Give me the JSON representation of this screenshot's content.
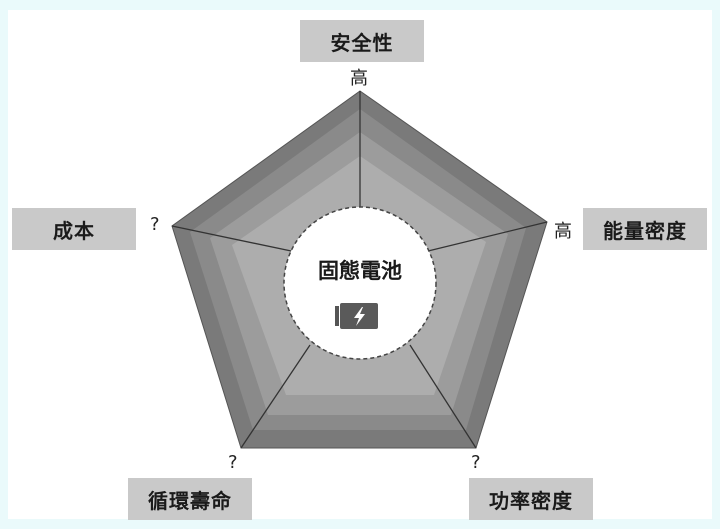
{
  "center": {
    "title": "固態電池",
    "icon": "battery-charging-icon"
  },
  "axes": [
    {
      "key": "safety",
      "label": "安全性",
      "level": "高"
    },
    {
      "key": "energy_density",
      "label": "能量密度",
      "level": "高"
    },
    {
      "key": "power_density",
      "label": "功率密度",
      "level": "?"
    },
    {
      "key": "cycle_life",
      "label": "循環壽命",
      "level": "?"
    },
    {
      "key": "cost",
      "label": "成本",
      "level": "?"
    }
  ],
  "colors": {
    "background": "#eafafb",
    "ring_outer": "#7a7a7a",
    "ring_2": "#8a8a8a",
    "ring_3": "#9c9c9c",
    "ring_inner": "#adadad",
    "label_box": "#c9c9c9"
  }
}
